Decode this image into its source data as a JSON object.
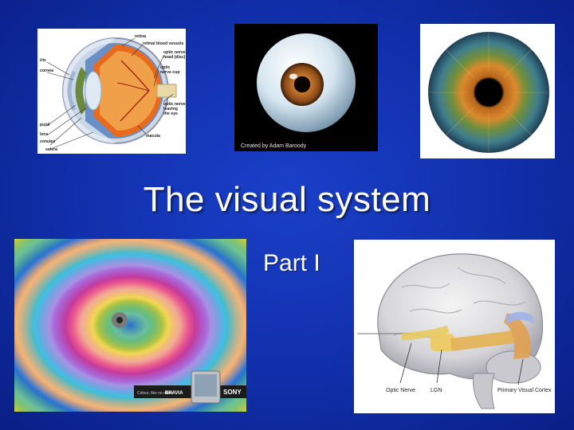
{
  "slide": {
    "title": "The visual system",
    "subtitle": "Part I"
  },
  "eye_anatomy": {
    "labels": {
      "retina": "retina",
      "retinal_vessels": "retinal blood vessels",
      "optic_head_1": "optic nerve",
      "optic_head_2": "head (disc)",
      "optic_cup_1": "optic",
      "optic_cup_2": "nerve cup",
      "optic_leaving_1": "optic nerve",
      "optic_leaving_2": "leaving",
      "optic_leaving_3": "the eye",
      "macula": "macula",
      "iris": "iris",
      "cornea": "cornea",
      "pupil": "pupil",
      "lens": "lens",
      "zonules": "zonules",
      "sclera": "sclera"
    }
  },
  "eyeball_render": {
    "credit": "Created by Adam Baroody"
  },
  "illusion_ad": {
    "tagline": "Colour, like no other",
    "brand_small": "BRAVIA",
    "brand": "SONY"
  },
  "brain": {
    "labels": {
      "optic_nerve": "Optic Nerve",
      "lgn": "LGN",
      "visual_cortex": "Primary Visual Cortex"
    }
  },
  "colors": {
    "background": "#1232b0",
    "title_text": "#ffffff"
  }
}
